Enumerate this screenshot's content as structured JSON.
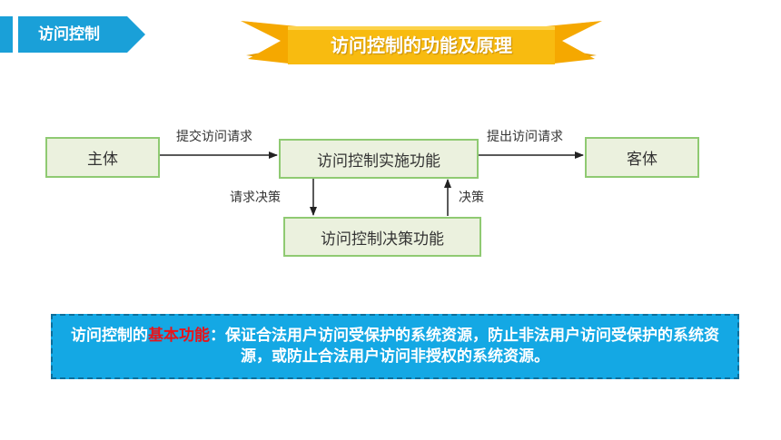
{
  "header": {
    "section_tag": "访问控制",
    "banner_title": "访问控制的功能及原理"
  },
  "diagram": {
    "nodes": {
      "subject": "主体",
      "enforcement": "访问控制实施功能",
      "object": "客体",
      "decision": "访问控制决策功能"
    },
    "edges": {
      "submit_request": "提交访问请求",
      "issue_request": "提出访问请求",
      "request_decision": "请求决策",
      "decision": "决策"
    }
  },
  "summary": {
    "prefix": "访问控制的",
    "highlight": "基本功能",
    "body": "：保证合法用户访问受保护的系统资源，防止非法用户访问受保护的系统资源，或防止合法用户访问非授权的系统资源。"
  },
  "colors": {
    "accent_blue": "#1aa0d8",
    "banner_yellow": "#f7b500",
    "node_fill": "#ebf1de",
    "node_border": "#8fca72",
    "highlight_red": "#e8141a"
  }
}
